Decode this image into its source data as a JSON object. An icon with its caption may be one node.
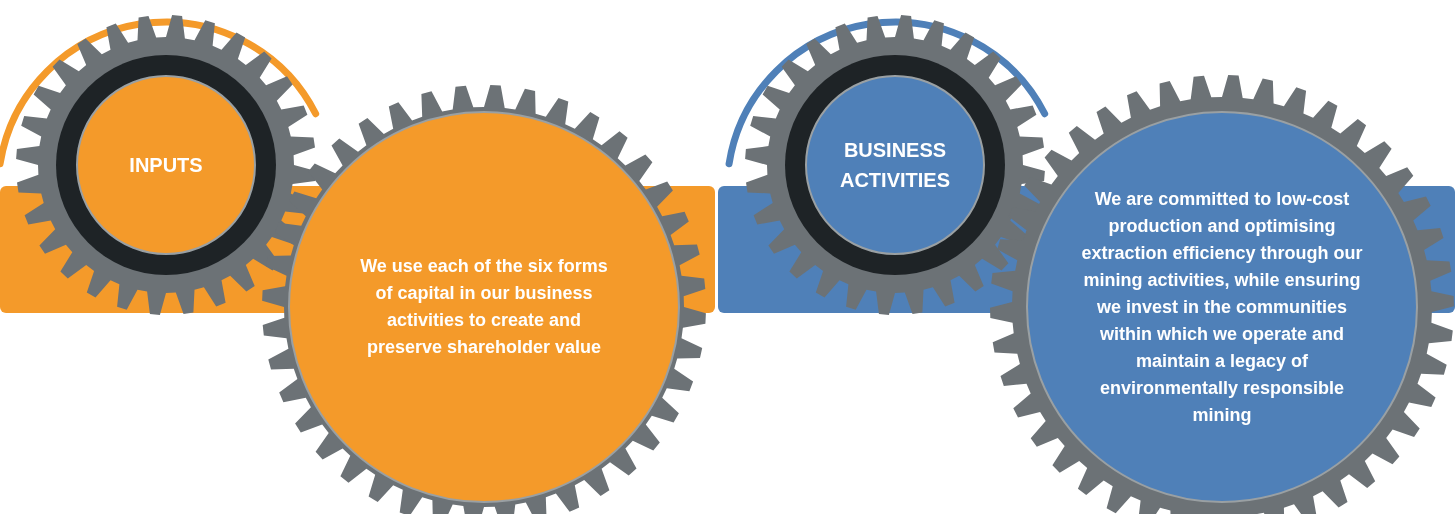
{
  "diagram": {
    "nodes": [
      {
        "text": [
          "INPUTS"
        ]
      },
      {
        "text": [
          "We use each of the six forms of capital in our business activities to create and preserve shareholder value"
        ]
      },
      {
        "text": [
          "BUSINESS ACTIVITIES"
        ]
      },
      {
        "text": [
          "We are committed to low-cost production and optimising extraction efficiency through our mining activities, while ensuring we invest in the communities within which we operate and maintain a legacy of environmentally responsible mining"
        ]
      }
    ]
  }
}
